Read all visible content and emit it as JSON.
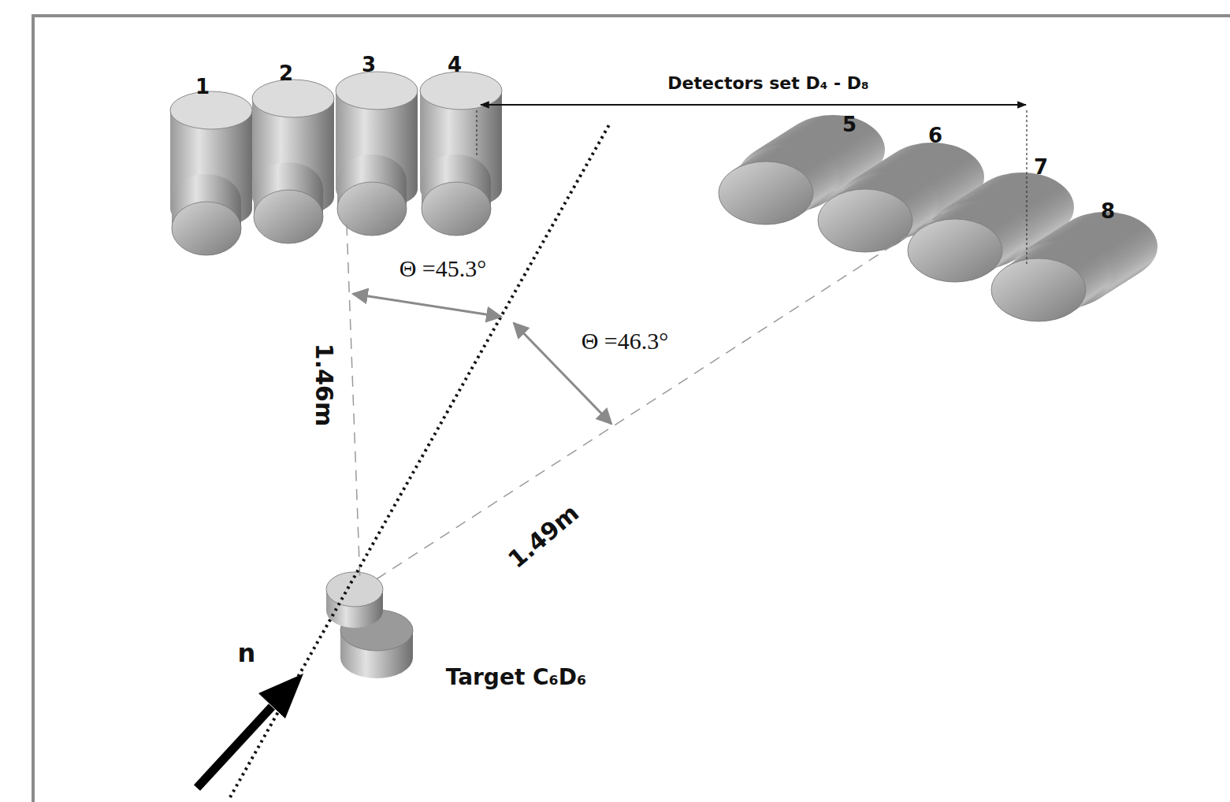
{
  "diagram": {
    "labels": [
      "1",
      "2",
      "3",
      "4",
      "5",
      "6",
      "7",
      "8",
      "Detectors set D₄ - D₈",
      "Θ =45.3°",
      "Θ =46.3°",
      "1.46m",
      "1.49m",
      "n",
      "Target C₆D₆"
    ]
  }
}
